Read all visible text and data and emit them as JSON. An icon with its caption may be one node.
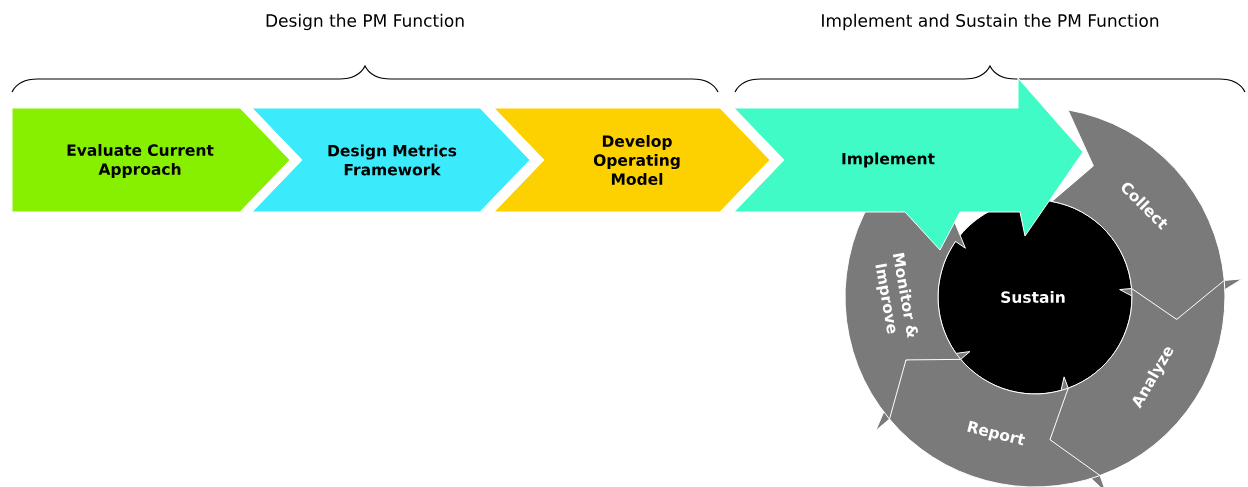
{
  "diagram": {
    "nodes": [
      {
        "text": [
          "Evaluate Current Approach"
        ]
      },
      {
        "text": [
          "Design Metrics Framework"
        ]
      },
      {
        "text": [
          "Develop Operating Model"
        ]
      },
      {
        "text": [
          "Implement"
        ]
      },
      {
        "text": [
          "Sustain"
        ]
      },
      {
        "text": [
          "Collect"
        ]
      },
      {
        "text": [
          "Analyze"
        ]
      },
      {
        "text": [
          "Report"
        ]
      },
      {
        "text": [
          "Monitor & Improve"
        ]
      }
    ],
    "labels": [
      "Design the PM Function",
      "Implement and Sustain the PM Function"
    ]
  }
}
